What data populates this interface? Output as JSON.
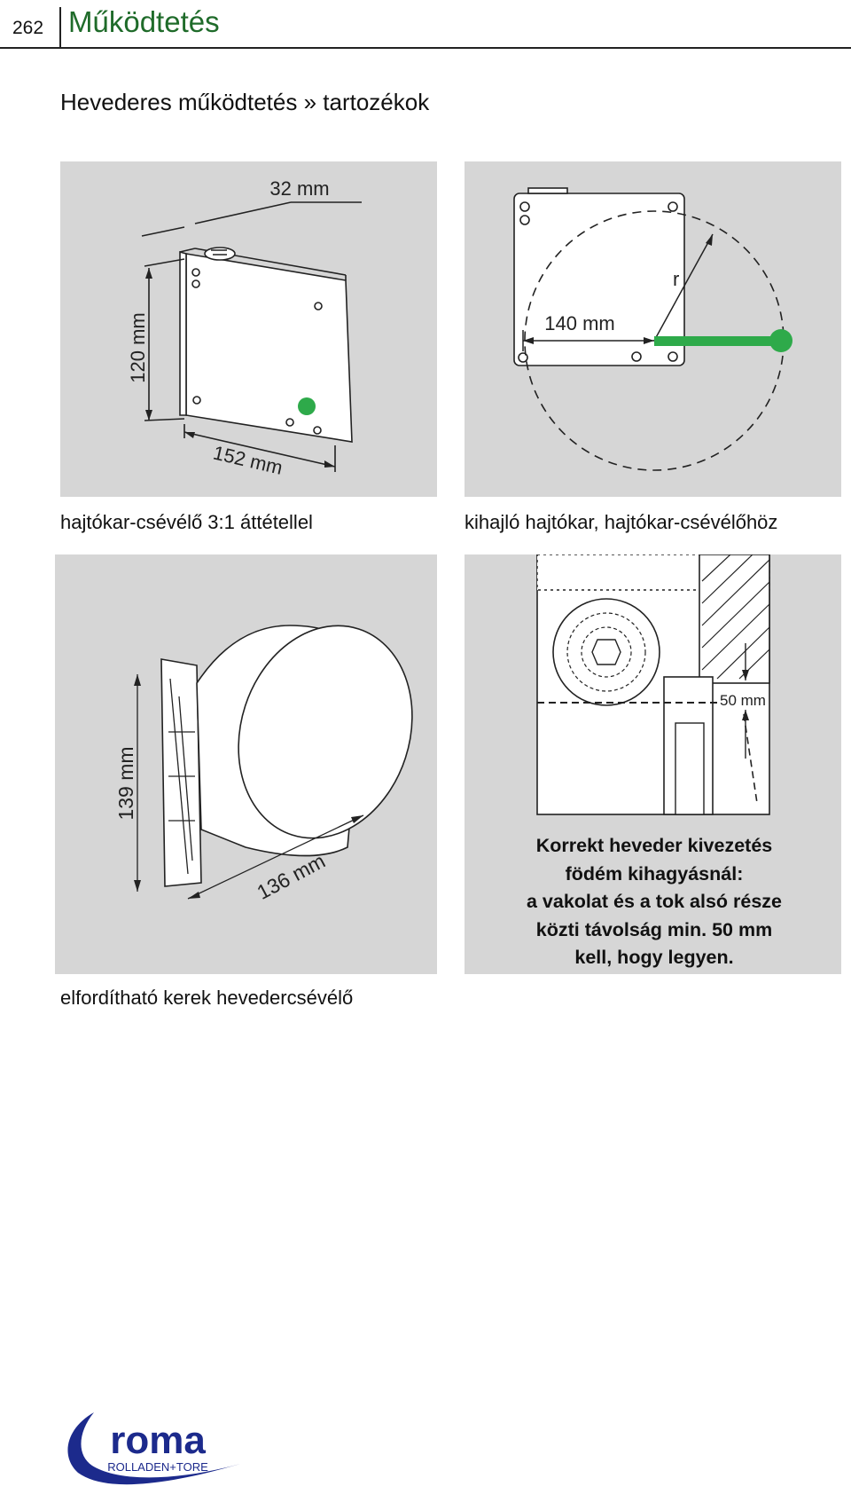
{
  "header": {
    "page_number": "262",
    "title": "Működtetés"
  },
  "section_title": "Hevederes működtetés » tartozékok",
  "figures": [
    {
      "caption": "hajtókar-csévélő 3:1 áttétellel",
      "dims": [
        "32 mm",
        "120 mm",
        "152 mm"
      ]
    },
    {
      "caption": "kihajló hajtókar, hajtókar-csévélőhöz",
      "dims": [
        "140 mm",
        "r"
      ]
    },
    {
      "caption": "elfordítható kerek hevedercsévélő",
      "dims": [
        "139 mm",
        "136 mm"
      ]
    },
    {
      "dims": [
        "50 mm"
      ],
      "note": [
        "Korrekt heveder kivezetés",
        "födém kihagyásnál:",
        "a  vakolat és a tok alsó része",
        "közti távolság min. 50 mm",
        "kell, hogy legyen."
      ]
    }
  ],
  "logo": {
    "name": "roma",
    "tagline": "ROLLADEN+TORE"
  },
  "colors": {
    "title_green": "#1f6b2a",
    "marker_green": "#2eaa4a",
    "panel_gray": "#d6d6d6",
    "logo_blue": "#1c2a8c"
  }
}
